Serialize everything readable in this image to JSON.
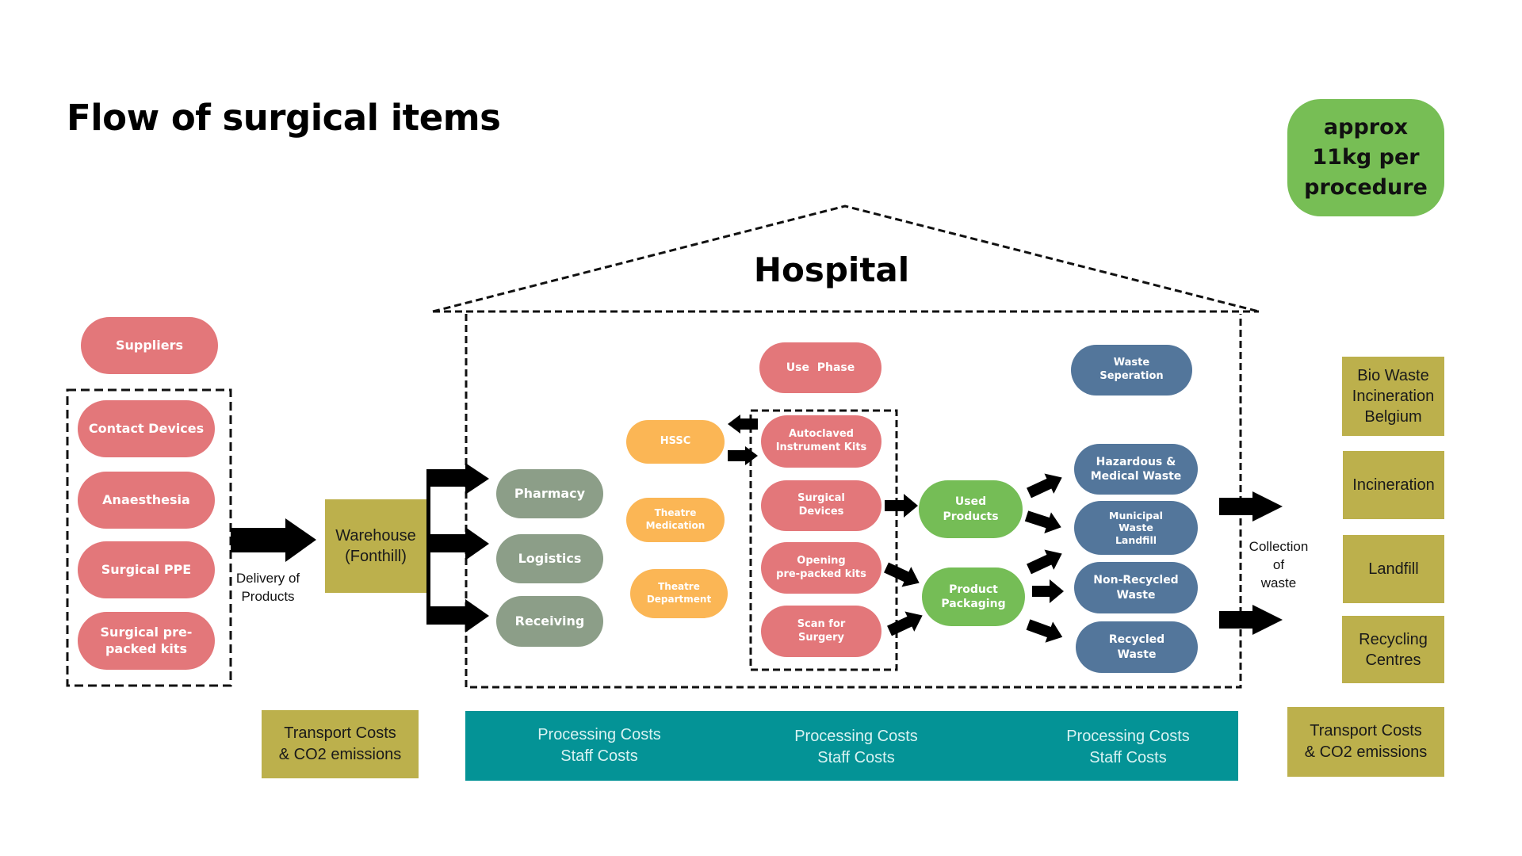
{
  "title": "Flow of surgical items",
  "badge": {
    "lines": [
      "approx",
      "11kg per",
      "procedure"
    ]
  },
  "suppliers": {
    "header": "Suppliers",
    "items": [
      "Contact Devices",
      "Anaesthesia",
      "Surgical PPE",
      "Surgical pre-packed kits"
    ]
  },
  "delivery": {
    "label_line1": "Delivery of",
    "label_line2": "Products"
  },
  "warehouse": {
    "line1": "Warehouse",
    "line2": "(Fonthill)"
  },
  "hospital": {
    "title": "Hospital",
    "intake": [
      "Pharmacy",
      "Logistics",
      "Receiving"
    ],
    "support": [
      {
        "line1": "HSSC",
        "line2": ""
      },
      {
        "line1": "Theatre",
        "line2": "Medication"
      },
      {
        "line1": "Theatre",
        "line2": "Department"
      }
    ],
    "use_phase": {
      "header": "Use  Phase",
      "items": [
        {
          "line1": "Autoclaved",
          "line2": "Instrument Kits"
        },
        {
          "line1": "Surgical",
          "line2": "Devices"
        },
        {
          "line1": "Opening",
          "line2": "pre-packed kits"
        },
        {
          "line1": "Scan for",
          "line2": "Surgery"
        }
      ]
    },
    "outputs": [
      {
        "line1": "Used",
        "line2": "Products"
      },
      {
        "line1": "Product",
        "line2": "Packaging"
      }
    ],
    "waste": {
      "header": {
        "line1": "Waste",
        "line2": "Seperation"
      },
      "items": [
        {
          "lines": [
            "Hazardous &",
            "Medical Waste"
          ]
        },
        {
          "lines": [
            "Municipal",
            "Waste",
            "Landfill"
          ]
        },
        {
          "lines": [
            "Non-Recycled",
            "Waste"
          ]
        },
        {
          "lines": [
            "Recycled",
            "Waste"
          ]
        }
      ]
    }
  },
  "collection": {
    "lines": [
      "Collection",
      "of",
      "waste"
    ]
  },
  "destinations": [
    {
      "lines": [
        "Bio Waste",
        "Incineration",
        "Belgium"
      ]
    },
    {
      "lines": [
        "Incineration"
      ]
    },
    {
      "lines": [
        "Landfill"
      ]
    },
    {
      "lines": [
        "Recycling",
        "Centres"
      ]
    }
  ],
  "costs": {
    "transport_left": {
      "line1": "Transport Costs",
      "line2": "& CO2 emissions"
    },
    "transport_right": {
      "line1": "Transport Costs",
      "line2": "& CO2 emissions"
    },
    "processing": [
      {
        "line1": "Processing Costs",
        "line2": "Staff Costs"
      },
      {
        "line1": "Processing Costs",
        "line2": "Staff Costs"
      },
      {
        "line1": "Processing Costs",
        "line2": "Staff Costs"
      }
    ]
  },
  "colors": {
    "supplier_red": "#e3777a",
    "intake_sage": "#8c9e88",
    "support_orange": "#fbb655",
    "output_green": "#75bd56",
    "waste_blue": "#53769b",
    "cost_olive": "#bcb04c",
    "processing_teal": "#049396",
    "badge_green": "#77be55"
  }
}
